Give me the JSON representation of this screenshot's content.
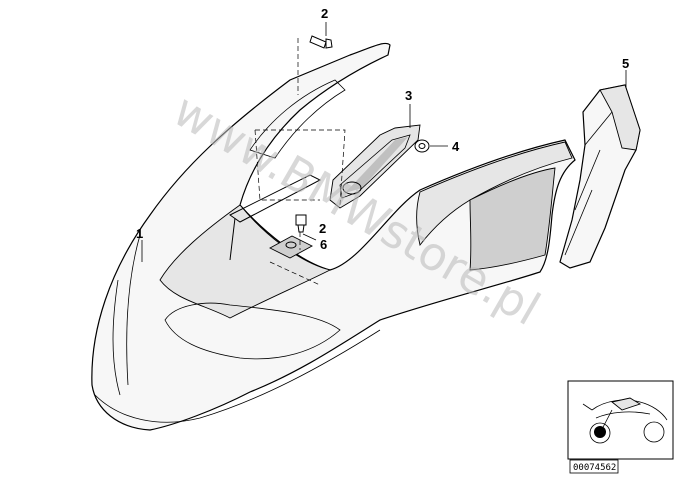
{
  "watermark": "www.BMWstore.pl",
  "callouts": {
    "c1": "1",
    "c2a": "2",
    "c2b": "2",
    "c3": "3",
    "c4": "4",
    "c5": "5",
    "c6": "6"
  },
  "inset": {
    "part_number": "00074562"
  }
}
